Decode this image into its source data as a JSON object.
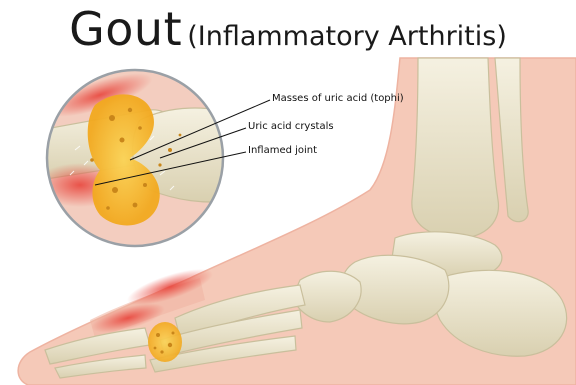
{
  "title": {
    "main": "Gout",
    "subtitle": "(Inflammatory Arthritis)"
  },
  "labels": {
    "tophi": "Masses of uric acid (tophi)",
    "crystals": "Uric acid crystals",
    "inflamed": "Inflamed joint"
  },
  "colors": {
    "skin": "#f5c9b8",
    "skin_edge": "#eeb3a1",
    "bone": "#ebe6d1",
    "bone_shadow": "#d2c9a8",
    "inflammation": "#e8453c",
    "uric_acid": "#f4b62f",
    "leader_line": "#111111"
  }
}
